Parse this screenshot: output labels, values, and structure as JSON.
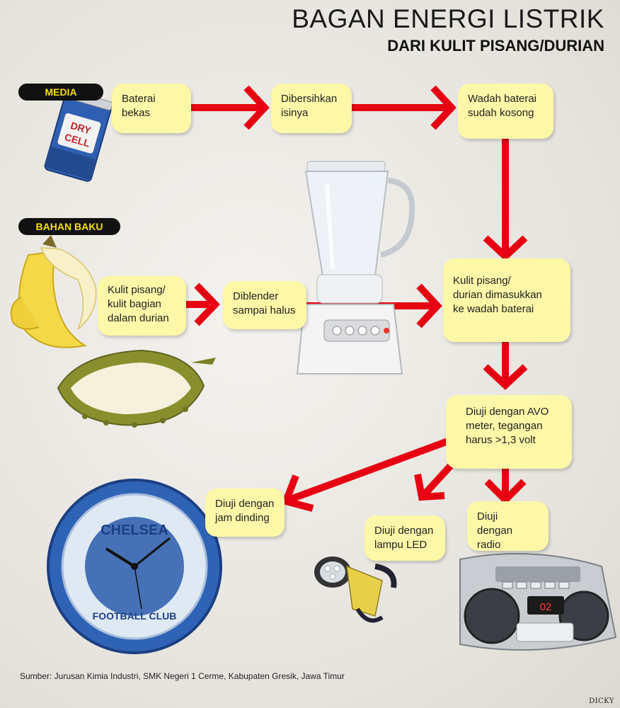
{
  "title": "BAGAN ENERGI LISTRIK",
  "subtitle": "DARI KULIT PISANG/DURIAN",
  "labels": {
    "media": "MEDIA",
    "bahan_baku": "BAHAN BAKU"
  },
  "steps": {
    "baterai_bekas": "Baterai\nbekas",
    "dibersihkan": "Dibersihkan\nisinya",
    "wadah_kosong": "Wadah baterai\nsudah kosong",
    "kulit_pisang": "Kulit pisang/\nkulit bagian\ndalam durian",
    "diblender": "Diblender\nsampai halus",
    "dimasukkan": "Kulit pisang/\ndurian dimasukkan\nke wadah baterai",
    "avo": "Diuji dengan AVO\nmeter, tegangan\nharus >1,3 volt",
    "jam": "Diuji dengan\njam dinding",
    "led": "Diuji dengan\nlampu LED",
    "radio": "Diuji\ndengan radio"
  },
  "illustrations": {
    "battery_text": "DRY\nCELL",
    "clock_text_top": "CHELSEA",
    "clock_text_bottom": "FOOTBALL CLUB",
    "radio_display": "02"
  },
  "footer": "Sumber: Jurusan Kimia Industri, SMK Negeri 1 Cerme,  Kabupaten Gresik, Jawa Timur",
  "credit": "DICKY",
  "colors": {
    "arrow": "#e60012",
    "box": "#fdf7a8",
    "pill_bg": "#111111",
    "pill_text": "#f5e000"
  }
}
